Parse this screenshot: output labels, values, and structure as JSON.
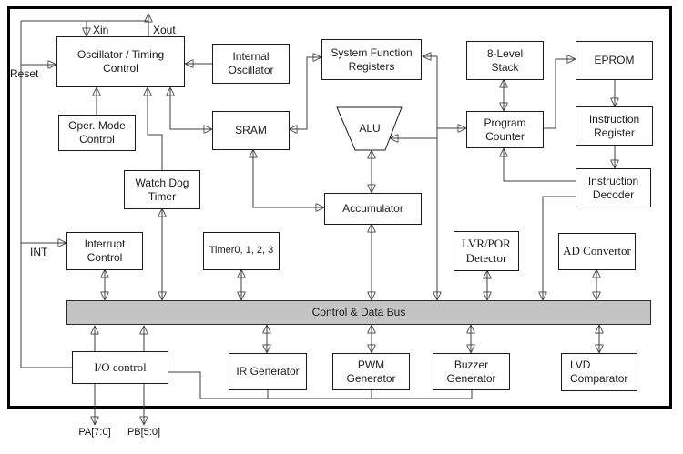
{
  "diagram": {
    "blocks": {
      "osc": {
        "label": "Oscillator / Timing\nControl"
      },
      "omc": {
        "label": "Oper. Mode\nControl"
      },
      "iosc": {
        "label": "Internal\nOscillator"
      },
      "sram": {
        "label": "SRAM"
      },
      "sfr": {
        "label": "System Function\nRegisters"
      },
      "alu": {
        "label": "ALU"
      },
      "stack": {
        "label": "8-Level\nStack"
      },
      "eprom": {
        "label": "EPROM"
      },
      "pc": {
        "label": "Program\nCounter"
      },
      "ireg": {
        "label": "Instruction\nRegister"
      },
      "idec": {
        "label": "Instruction\nDecoder"
      },
      "wdt": {
        "label": "Watch Dog\nTimer"
      },
      "acc": {
        "label": "Accumulator"
      },
      "intc": {
        "label": "Interrupt\nControl"
      },
      "timers": {
        "label": "Timer0, 1, 2, 3"
      },
      "lvr": {
        "label": "LVR/POR\nDetector"
      },
      "adc": {
        "label": "AD Convertor"
      },
      "bus": {
        "label": "Control & Data Bus"
      },
      "io": {
        "label": "I/O control"
      },
      "irgen": {
        "label": "IR Generator"
      },
      "pwm": {
        "label": "PWM\nGenerator"
      },
      "buzzer": {
        "label": "Buzzer\nGenerator"
      },
      "lvd": {
        "label": "LVD\nComparator"
      }
    },
    "pins": {
      "xin": "Xin",
      "xout": "Xout",
      "reset": "Reset",
      "int": "INT",
      "pa": "PA[7:0]",
      "pb": "PB[5:0]"
    },
    "colors": {
      "bus_fill": "#c4c4c4",
      "wire": "#3f3f3f",
      "arrowhead": "#111111",
      "block_border": "#1a1a1a",
      "background": "#ffffff"
    }
  }
}
